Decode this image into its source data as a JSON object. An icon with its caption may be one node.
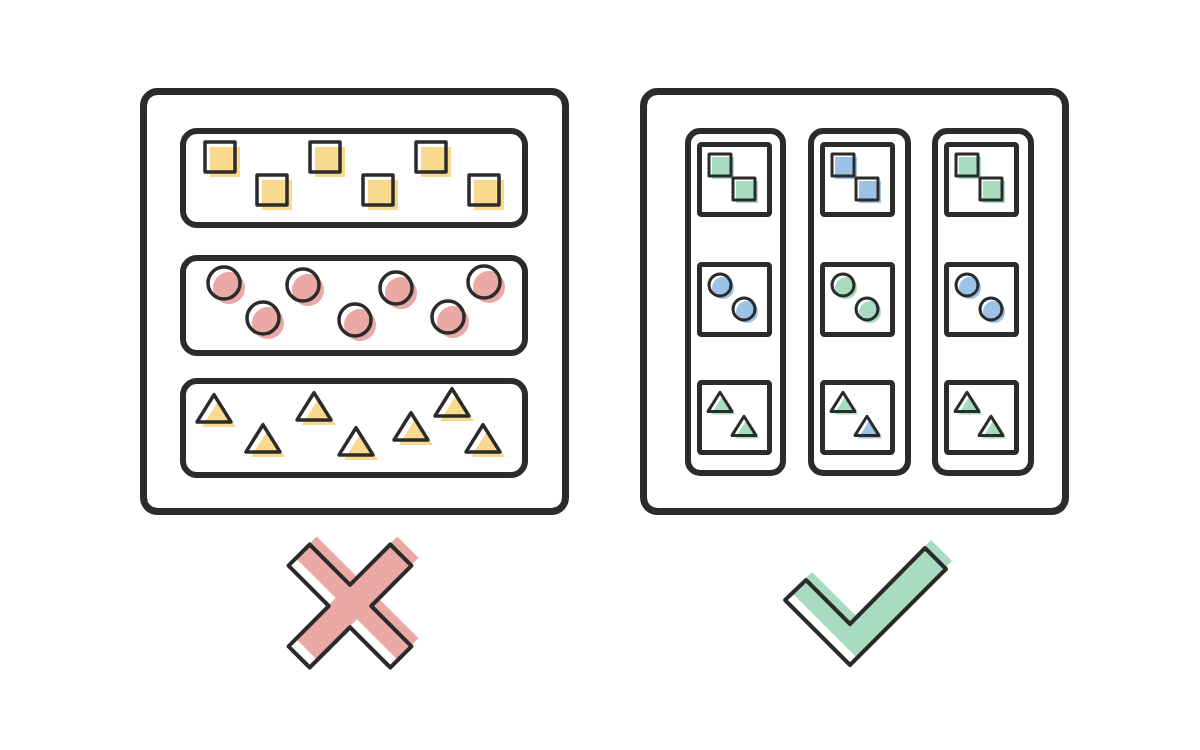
{
  "diagram": {
    "nodes": [
      {
        "text": [],
        "shape": "box"
      },
      {
        "text": [],
        "shape": "box",
        "in": 0
      },
      {
        "text": [],
        "shape": "box",
        "in": 0
      },
      {
        "text": [],
        "shape": "box",
        "in": 0
      },
      {
        "text": [],
        "shape": "box"
      },
      {
        "text": [],
        "shape": "box",
        "in": 4
      },
      {
        "text": [],
        "shape": "box",
        "in": 5
      },
      {
        "text": [],
        "shape": "box",
        "in": 5
      },
      {
        "text": [],
        "shape": "box",
        "in": 5
      },
      {
        "text": [],
        "shape": "box",
        "in": 4
      },
      {
        "text": [],
        "shape": "box",
        "in": 9
      },
      {
        "text": [],
        "shape": "box",
        "in": 9
      },
      {
        "text": [],
        "shape": "box",
        "in": 9
      },
      {
        "text": [],
        "shape": "box",
        "in": 4
      },
      {
        "text": [],
        "shape": "box",
        "in": 13
      },
      {
        "text": [],
        "shape": "box",
        "in": 13
      },
      {
        "text": [],
        "shape": "box",
        "in": 13
      }
    ]
  }
}
